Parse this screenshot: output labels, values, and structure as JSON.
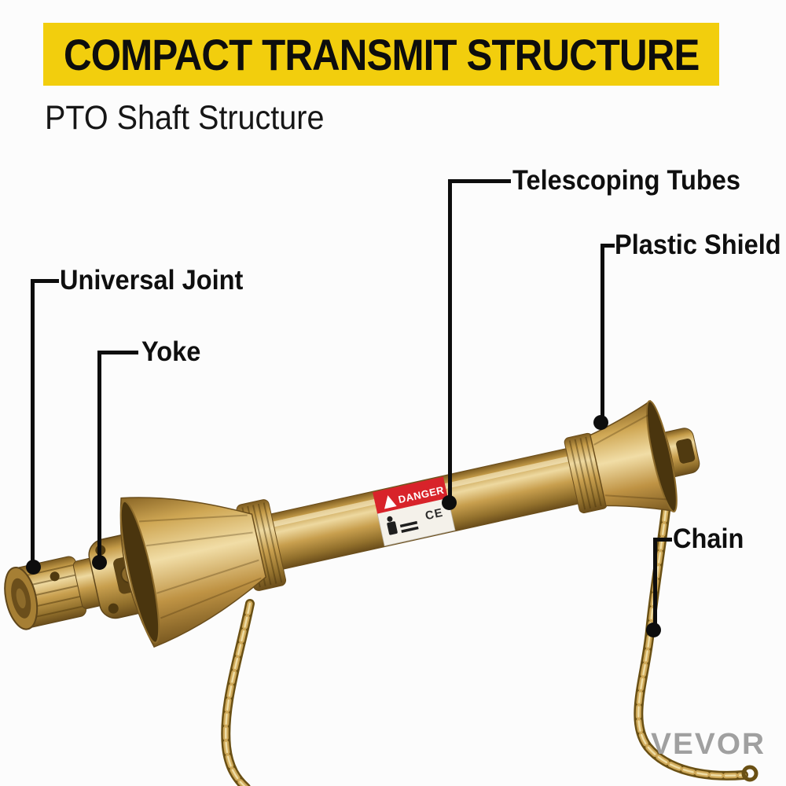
{
  "header": {
    "title": "COMPACT TRANSMIT STRUCTURE",
    "subtitle": "PTO Shaft Structure"
  },
  "callouts": [
    {
      "id": "telescoping-tubes",
      "label": "Telescoping Tubes"
    },
    {
      "id": "plastic-shield",
      "label": "Plastic Shield"
    },
    {
      "id": "universal-joint",
      "label": "Universal Joint"
    },
    {
      "id": "yoke",
      "label": "Yoke"
    },
    {
      "id": "chain",
      "label": "Chain"
    }
  ],
  "danger_label": {
    "warning": "DANGER",
    "ce_mark": "CE"
  },
  "brand": {
    "name": "VEVOR"
  },
  "colors": {
    "banner_bg": "#F2CE0D",
    "text": "#111111",
    "shaft_gold": "#C9A151",
    "danger_red": "#D8232A",
    "brand_gray": "#A0A0A0"
  }
}
